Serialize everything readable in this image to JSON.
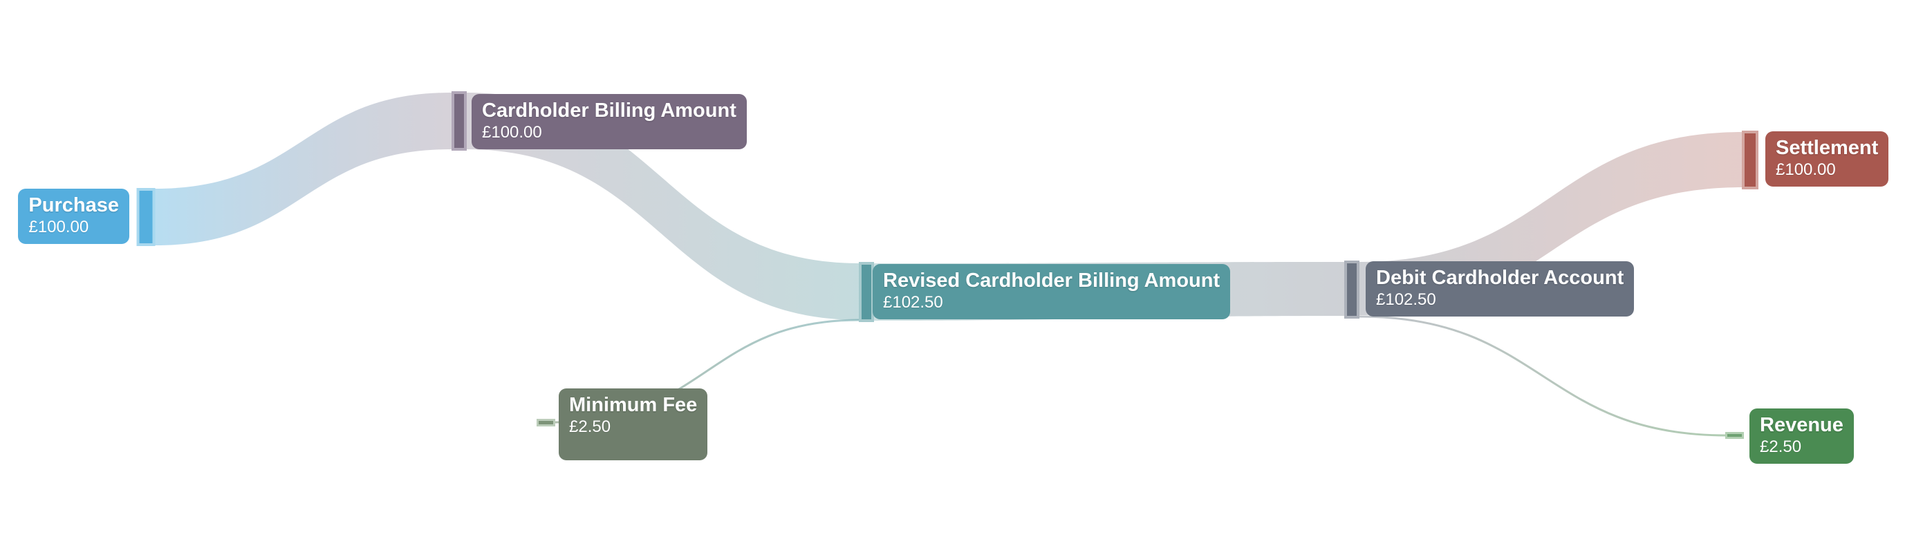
{
  "chart_data": {
    "type": "sankey",
    "title": "",
    "background_color": "#ffffff",
    "currency_symbol": "£",
    "nodes": [
      {
        "id": "purchase",
        "name": "Purchase",
        "amount": "£100.00",
        "value": 100,
        "color": "#55AEDE"
      },
      {
        "id": "cba",
        "name": "Cardholder Billing Amount",
        "amount": "£100.00",
        "value": 100,
        "color": "#786A80"
      },
      {
        "id": "minfee",
        "name": "Minimum Fee",
        "amount": "£2.50",
        "value": 2.5,
        "color": "#6F7E6C"
      },
      {
        "id": "revised",
        "name": "Revised Cardholder Billing Amount",
        "amount": "£102.50",
        "value": 102.5,
        "color": "#57999F"
      },
      {
        "id": "debit",
        "name": "Debit Cardholder Account",
        "amount": "£102.50",
        "value": 102.5,
        "color": "#6A7280"
      },
      {
        "id": "settlement",
        "name": "Settlement",
        "amount": "£100.00",
        "value": 100,
        "color": "#A8584F"
      },
      {
        "id": "revenue",
        "name": "Revenue",
        "amount": "£2.50",
        "value": 2.5,
        "color": "#4A8B52"
      }
    ],
    "links": [
      {
        "source": "Purchase",
        "target": "Cardholder Billing Amount",
        "value": 100
      },
      {
        "source": "Cardholder Billing Amount",
        "target": "Revised Cardholder Billing Amount",
        "value": 100
      },
      {
        "source": "Minimum Fee",
        "target": "Revised Cardholder Billing Amount",
        "value": 2.5
      },
      {
        "source": "Revised Cardholder Billing Amount",
        "target": "Debit Cardholder Account",
        "value": 102.5
      },
      {
        "source": "Debit Cardholder Account",
        "target": "Settlement",
        "value": 100
      },
      {
        "source": "Debit Cardholder Account",
        "target": "Revenue",
        "value": 2.5
      }
    ],
    "layout": {
      "orientation": "horizontal",
      "legend": false,
      "grid": false
    }
  }
}
